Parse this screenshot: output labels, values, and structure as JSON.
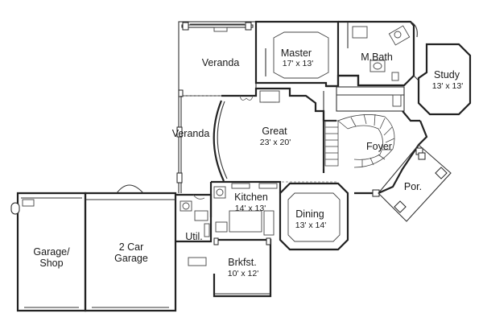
{
  "rooms": {
    "master": {
      "name": "Master",
      "dims": "17' x 13'"
    },
    "mbath": {
      "name": "M.Bath"
    },
    "study": {
      "name": "Study",
      "dims": "13' x 13'"
    },
    "veranda_top": {
      "name": "Veranda"
    },
    "veranda_left": {
      "name": "Veranda"
    },
    "great": {
      "name": "Great",
      "dims": "23' x 20'"
    },
    "foyer": {
      "name": "Foyer"
    },
    "porch": {
      "name": "Por."
    },
    "kitchen": {
      "name": "Kitchen",
      "dims": "14' x 13'"
    },
    "dining": {
      "name": "Dining",
      "dims": "13' x 14'"
    },
    "util": {
      "name": "Util."
    },
    "garage_shop": {
      "name_line1": "Garage/",
      "name_line2": "Shop"
    },
    "garage_2car": {
      "name_line1": "2 Car",
      "name_line2": "Garage"
    },
    "breakfast": {
      "name": "Brkfst.",
      "dims": "10' x 12'"
    }
  }
}
